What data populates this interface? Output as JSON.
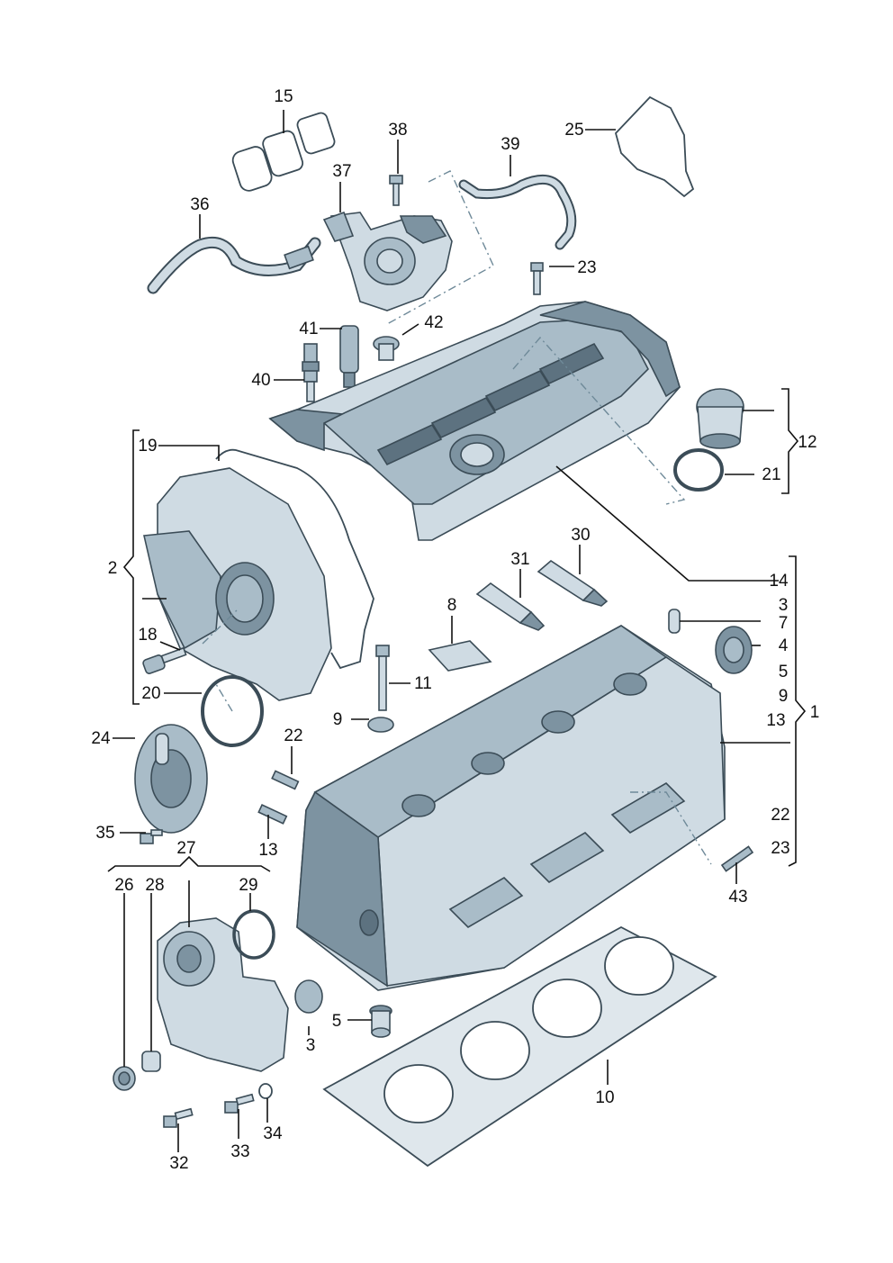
{
  "callouts": {
    "c1": "1",
    "c2": "2",
    "c3a": "3",
    "c3b": "3",
    "c4": "4",
    "c5a": "5",
    "c5b": "5",
    "c7": "7",
    "c8": "8",
    "c9a": "9",
    "c9b": "9",
    "c10": "10",
    "c11": "11",
    "c12": "12",
    "c13a": "13",
    "c13b": "13",
    "c14": "14",
    "c15": "15",
    "c18": "18",
    "c19": "19",
    "c20": "20",
    "c21": "21",
    "c22a": "22",
    "c22b": "22",
    "c23a": "23",
    "c23b": "23",
    "c24": "24",
    "c25": "25",
    "c26": "26",
    "c27": "27",
    "c28": "28",
    "c29": "29",
    "c30": "30",
    "c31": "31",
    "c32": "32",
    "c33": "33",
    "c34": "34",
    "c35": "35",
    "c36": "36",
    "c37": "37",
    "c38": "38",
    "c39": "39",
    "c40": "40",
    "c41": "41",
    "c42": "42",
    "c43": "43"
  },
  "colors": {
    "part_light": "#cfdbe3",
    "part_mid": "#a9bcc8",
    "part_dark": "#7d93a1",
    "outline": "#3b4c57",
    "leader": "#111111"
  }
}
